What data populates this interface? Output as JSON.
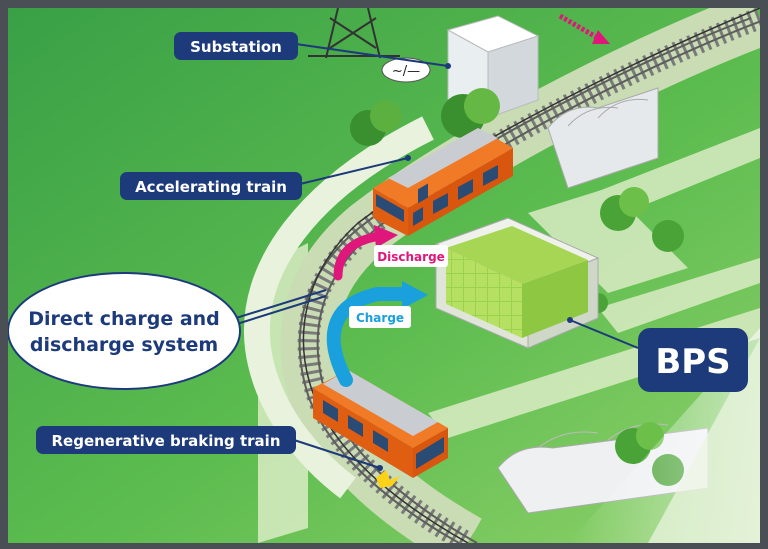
{
  "labels": {
    "substation": "Substation",
    "accelerating_train": "Accelerating train",
    "direct_system_line1": "Direct charge and",
    "direct_system_line2": "discharge system",
    "regenerative_train": "Regenerative braking train",
    "bps": "BPS"
  },
  "arrows": {
    "discharge": "Discharge",
    "charge": "Charge"
  },
  "substation_symbol": "~/—",
  "colors": {
    "label_navy": "#1d3a7a",
    "discharge_magenta": "#e0177a",
    "charge_cyan": "#1aa0dc",
    "train_orange": "#e8641a",
    "battery_green": "#8cc63f",
    "grass_green": "#3fa548"
  },
  "icons": [
    "transmission-tower-icon",
    "tree-icon",
    "train-icon",
    "battery-bank-icon",
    "spark-icon"
  ]
}
